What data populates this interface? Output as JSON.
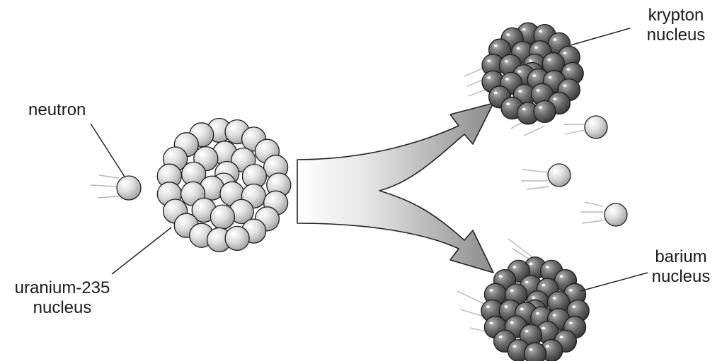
{
  "labels": {
    "neutron": "neutron",
    "uranium_line1": "uranium-235",
    "uranium_line2": "nucleus",
    "krypton_line1": "krypton",
    "krypton_line2": "nucleus",
    "barium_line1": "barium",
    "barium_line2": "nucleus"
  },
  "colors": {
    "light_nucleon": "#d9d9d9",
    "dark_nucleon": "#6e6e6e",
    "arrow_dark": "#8a8a8a",
    "arrow_light": "#f4f4f4",
    "outline": "#222222"
  }
}
